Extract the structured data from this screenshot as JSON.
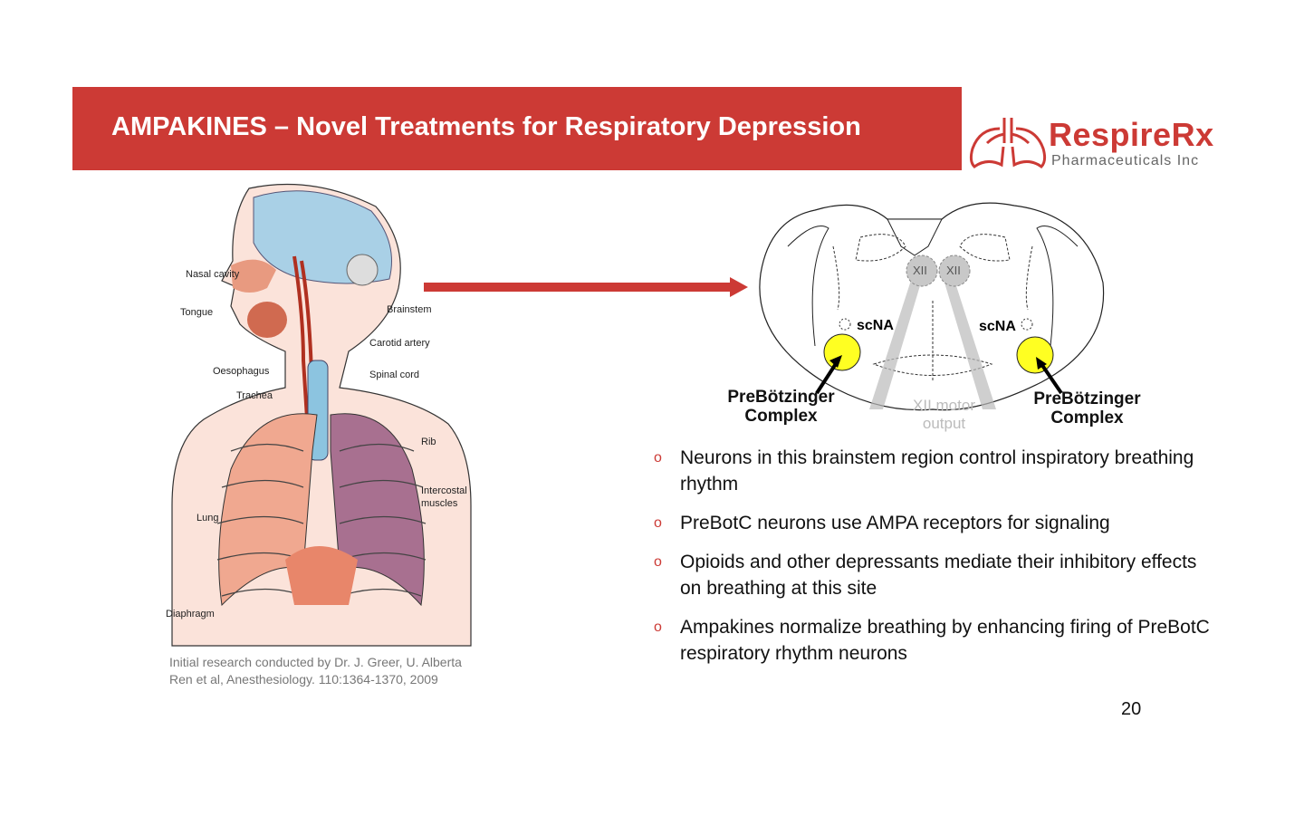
{
  "header": {
    "title": "AMPAKINES – Novel Treatments for Respiratory Depression"
  },
  "logo": {
    "name": "RespireRx",
    "subtitle": "Pharmaceuticals Inc",
    "color": "#cc3a35"
  },
  "anatomy": {
    "labels": {
      "nasal_cavity": "Nasal cavity",
      "tongue": "Tongue",
      "oesophagus": "Oesophagus",
      "trachea": "Trachea",
      "brainstem": "Brainstem",
      "carotid": "Carotid artery",
      "spinal_cord": "Spinal cord",
      "rib": "Rib",
      "intercostal": "Intercostal muscles",
      "lung": "Lung",
      "diaphragm": "Diaphragm"
    }
  },
  "brainstem_diagram": {
    "xii_left": "XII",
    "xii_right": "XII",
    "scna_left": "scNA",
    "scna_right": "scNA",
    "preboc_left": "PreBötzinger Complex",
    "preboc_right": "PreBötzinger Complex",
    "motor_output": "XII motor output"
  },
  "bullets": [
    "Neurons in this brainstem region control inspiratory breathing rhythm",
    "PreBotC neurons use AMPA receptors for signaling",
    "Opioids and other depressants mediate their inhibitory effects on breathing at this site",
    "Ampakines normalize breathing by enhancing firing of PreBotC respiratory rhythm neurons"
  ],
  "bullet_mark": "o",
  "citation": {
    "line1": "Initial research conducted by Dr. J. Greer, U. Alberta",
    "line2": "Ren et al, Anesthesiology. 110:1364-1370, 2009"
  },
  "page_number": "20"
}
